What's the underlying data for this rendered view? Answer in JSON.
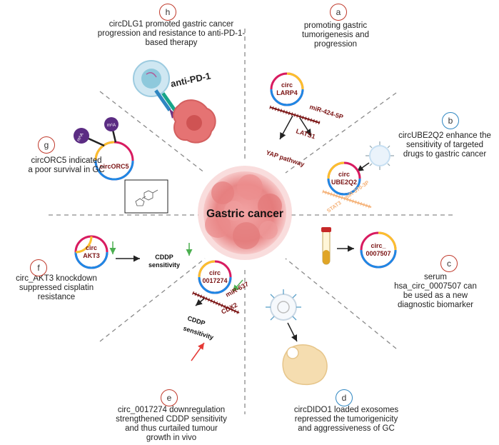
{
  "center": {
    "label": "Gastric cancer"
  },
  "colors": {
    "red_badge": "#c0392b",
    "blue_badge": "#2e86c1",
    "tumor": "#e88787",
    "dark_red": "#7b1414",
    "divider": "#8a8a8a"
  },
  "panels": {
    "a": {
      "badge": "a",
      "caption": "promoting gastric\ntumorigenesis and\nprogression",
      "circ": "circ\nLARP4",
      "mirna": "miR-424-5P",
      "target": "LATS1",
      "pathway": "YAP pathway"
    },
    "b": {
      "badge": "b",
      "caption": "circUBE2Q2 enhance  the\nsensitivity of targeted\ndrugs to gastric cancer",
      "circ": "circ\nUBE2Q2",
      "mirna": "miR-370-3P",
      "target": "STAT3"
    },
    "c": {
      "badge": "c",
      "caption": "serum\nhsa_circ_0007507 can\nbe used as a new\ndiagnostic biomarker",
      "circ": "circ_\n0007507"
    },
    "d": {
      "badge": "d",
      "caption": "circDIDO1 loaded exosomes\nrepressed the tumorigenicity\nand aggressiveness of GC"
    },
    "e": {
      "badge": "e",
      "caption": "circ_0017274 downregulation\nstrengthened CDDP sensitivity\nand thus curtailed tumour\ngrowth in vivo",
      "circ": "circ\n0017274",
      "mirna": "miR-637",
      "target": "CDX2",
      "effect": "CDDP\nsensitivity"
    },
    "f": {
      "badge": "f",
      "caption": "circ_AKT3 knockdown\nsuppressed cisplatin\nresistance",
      "circ": "circ\nAKT3",
      "effect": "CDDP\nsensitivity"
    },
    "g": {
      "badge": "g",
      "caption": "circORC5  indicated\na poor survival in GC",
      "circ": "circORC5",
      "mod1": "m⁶A",
      "mod2": "m⁶A"
    },
    "h": {
      "badge": "h",
      "caption": "circDLG1  promoted gastric cancer\nprogression and resistance to anti-PD-1-\nbased therapy",
      "drug": "anti-PD-1"
    }
  }
}
